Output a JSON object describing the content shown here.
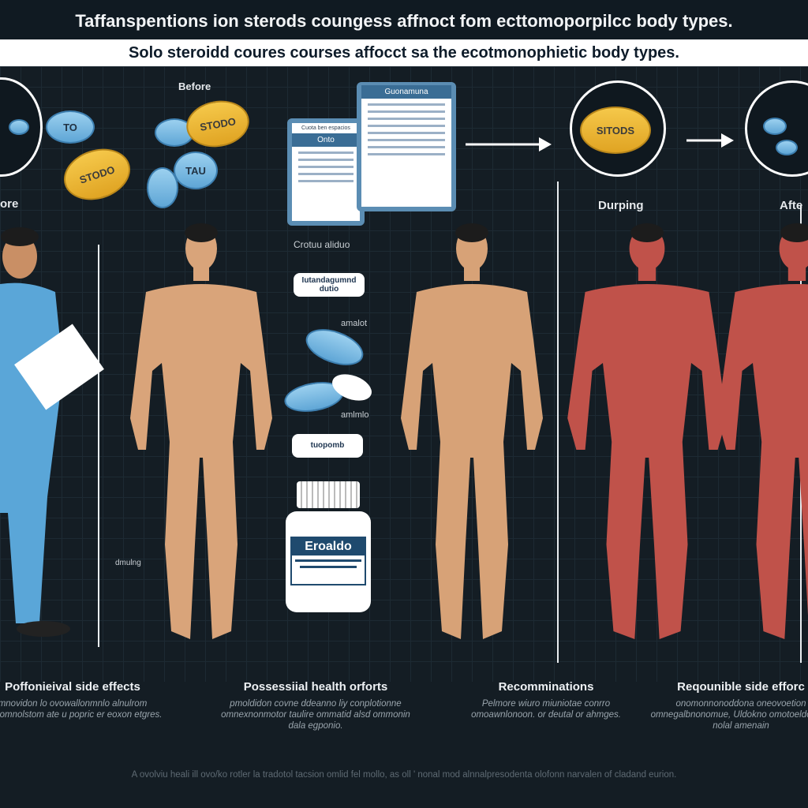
{
  "header": {
    "title": "Taffanspentions ion sterods coungess affnoct fom ecttomoporpilcc body types.",
    "subtitle": "Solo steroidd coures courses affocct sa the ecotmonophietic body types."
  },
  "stages": {
    "before_top": "Before",
    "before_left": "ore",
    "during": "Durping",
    "after": "Afte"
  },
  "pills": {
    "blue1": "TO",
    "yellow1": "STODO",
    "blue2": "TAU",
    "yellow2": "SITODS"
  },
  "documents": {
    "small_title": "Onto",
    "small_header": "Cuota ben espacios",
    "large_header": "Guonamuna"
  },
  "annotations": {
    "label1": "Crotuu aliduo",
    "tag1": "Iutandagumnd dutio",
    "label2": "amalot",
    "label3": "amlmlo",
    "tag2": "tuopomb",
    "label4": "dmulng"
  },
  "bottle": {
    "label": "Eroaldo"
  },
  "sections": [
    {
      "title": "Poffonieival side effects",
      "text": "mnovidon lo ovowallonmnlo alnulrom ownomnolstom ate u popric er eoxon etgres."
    },
    {
      "title": "Possessiial health orforts",
      "text": "pmoldidon covne ddeanno liy conplotionne omnexnonmotor taulire ommatid alsd ommonin dala egponio."
    },
    {
      "title": "Recomminations",
      "text": "Pelmore wiuro miuniotae conrro omoawnlonoon. or deutal or ahmges."
    },
    {
      "title": "Reqounible side efforc",
      "text": "onomonnonoddona oneovoetion omnegalbnonomue, Uldokno omotoeldomnel nolal amenain"
    }
  ],
  "footer": "A ovolviu heali ill ovo/ko rotler la tradotol tacsion omlid fel mollo, as oll ' nonal mod alnnalpresodenta olofonn narvalen of cladand eurion.",
  "colors": {
    "background": "#141d24",
    "skin": "#d9a47a",
    "muscle": "#c0524a",
    "accent": "#5b8db3"
  }
}
